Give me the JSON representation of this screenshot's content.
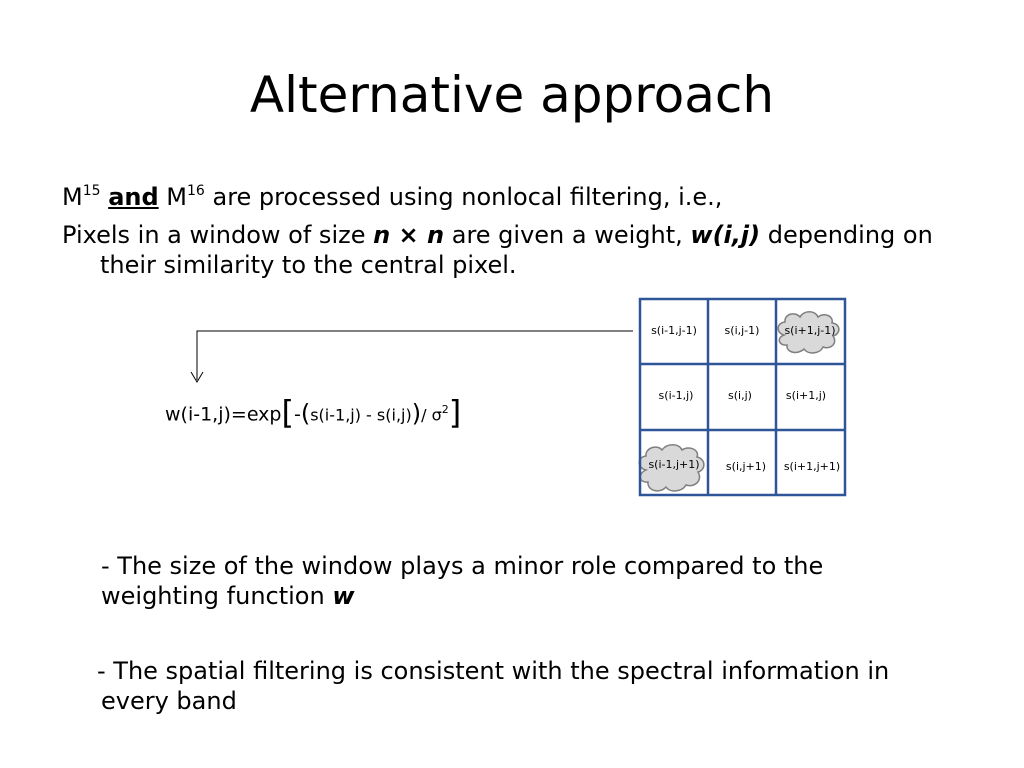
{
  "title": "Alternative approach",
  "para1": {
    "m1": "M",
    "sup1": "15",
    "and": "and",
    "m2": "M",
    "sup2": "16",
    "rest": "are processed using nonlocal filtering, i.e.,"
  },
  "para2": {
    "t1": "Pixels in a window of size ",
    "size": "n × n",
    "t2": " are given a weight, ",
    "weight": "w(i,j)",
    "t3": " depending on",
    "t4": "their similarity to the central pixel."
  },
  "formula": {
    "lhs": "w(i-1,j)=exp",
    "lbracket": "[",
    "minus": "-",
    "lparen": "(",
    "inner": "s(i-1,j) - s(i,j)",
    "rparen": ")",
    "div": "/ σ",
    "sup": "2",
    "rbracket": "]"
  },
  "grid": {
    "cells": [
      "s(i-1,j-1)",
      "s(i,j-1)",
      "s(i+1,j-1)",
      "s(i-1,j)",
      "s(i,j)",
      "s(i+1,j)",
      "s(i-1,j+1)",
      "s(i,j+1)",
      "s(i+1,j+1)"
    ],
    "border_color": "#2e5597",
    "cloud_fill": "#d9d9d9",
    "cloud_stroke": "#7f7f7f"
  },
  "notes": {
    "n1a": "- The size of the window plays a minor role compared to the",
    "n1b": "weighting function ",
    "n1w": "w",
    "n2a": "- The spatial filtering is consistent with the spectral information in",
    "n2b": "every band"
  }
}
